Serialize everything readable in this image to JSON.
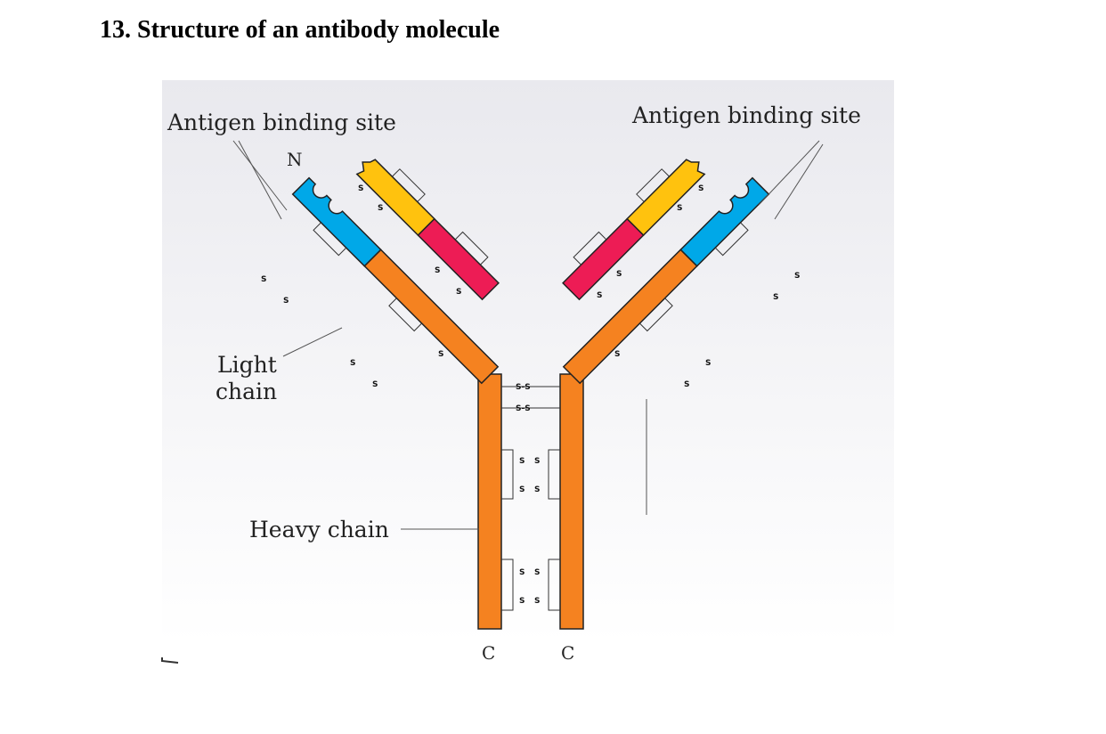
{
  "title": "13. Structure of an antibody molecule",
  "labels": {
    "antigen_left": "Antigen binding site",
    "antigen_right": "Antigen binding site",
    "n_terminus": "N",
    "light_chain_line1": "Light",
    "light_chain_line2": "chain",
    "heavy_chain": "Heavy chain",
    "c_left": "C",
    "c_right": "C",
    "disulfide": "S",
    "disulfide_bond": "S-S"
  },
  "colors": {
    "variable_heavy": "#00a8e8",
    "constant_heavy": "#f58220",
    "variable_light": "#ffc20e",
    "constant_light": "#ed1c55",
    "outline": "#222222"
  }
}
